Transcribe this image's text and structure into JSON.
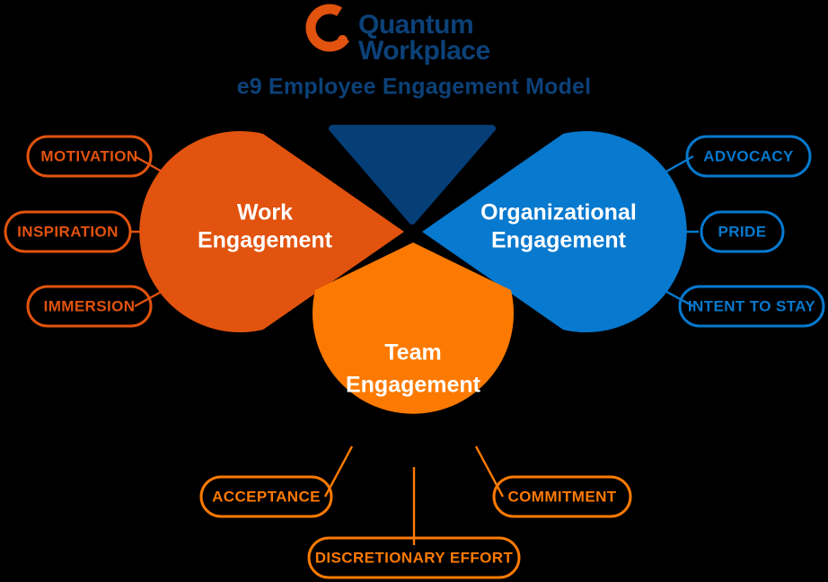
{
  "brand": {
    "logo_icon": "quantum-q-ring-icon",
    "logo_line1": "Quantum",
    "logo_line2": "Workplace",
    "logo_color": "#E1530E",
    "wordmark_color": "#0C4178"
  },
  "title": "e9 Employee Engagement Model",
  "title_color": "#0C4178",
  "palette": {
    "background": "#000000",
    "work_orange": "#E1530E",
    "org_blue": "#0779CE",
    "team_orange": "#FC7A02",
    "center_navy": "#063E78",
    "white": "#FFFFFF"
  },
  "center_shape": {
    "name": "center-navy-triangle",
    "color": "#063E78"
  },
  "petals": [
    {
      "id": "work-engagement",
      "label_line1": "Work",
      "label_line2": "Engagement",
      "color": "#E1530E",
      "direction": "left",
      "drivers": [
        {
          "id": "motivation",
          "label": "MOTIVATION"
        },
        {
          "id": "inspiration",
          "label": "INSPIRATION"
        },
        {
          "id": "immersion",
          "label": "IMMERSION"
        }
      ]
    },
    {
      "id": "organizational-engagement",
      "label_line1": "Organizational",
      "label_line2": "Engagement",
      "color": "#0779CE",
      "direction": "right",
      "drivers": [
        {
          "id": "advocacy",
          "label": "ADVOCACY"
        },
        {
          "id": "pride",
          "label": "PRIDE"
        },
        {
          "id": "intent-to-stay",
          "label": "INTENT TO STAY"
        }
      ]
    },
    {
      "id": "team-engagement",
      "label_line1": "Team",
      "label_line2": "Engagement",
      "color": "#FC7A02",
      "direction": "bottom",
      "drivers": [
        {
          "id": "acceptance",
          "label": "ACCEPTANCE"
        },
        {
          "id": "discretionary-effort",
          "label": "DISCRETIONARY EFFORT"
        },
        {
          "id": "commitment",
          "label": "COMMITMENT"
        }
      ]
    }
  ]
}
